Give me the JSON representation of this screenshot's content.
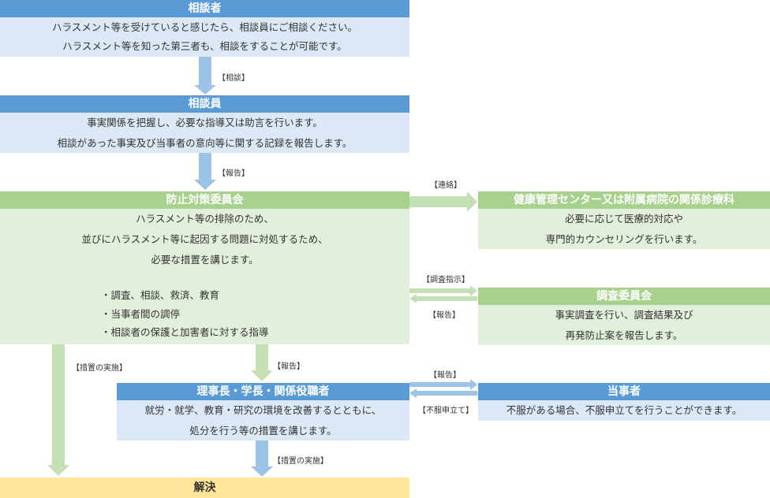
{
  "consultant": {
    "title": "相談者",
    "lines": [
      "ハラスメント等を受けていると感じたら、相談員にご相談ください。",
      "ハラスメント等を知った第三者も、相談をすることが可能です。"
    ]
  },
  "counselor": {
    "title": "相談員",
    "lines": [
      "事実関係を把握し、必要な指導又は助言を行います。",
      "相談があった事実及び当事者の意向等に関する記録を報告します。"
    ]
  },
  "committee": {
    "title": "防止対策委員会",
    "lines": [
      "ハラスメント等の排除のため、",
      "並びにハラスメント等に起因する問題に対処するため、",
      "必要な措置を講じます。"
    ],
    "bullets": [
      "・調査、相談、救済、教育",
      "・当事者間の調停",
      "・相談者の保護と加害者に対する指導"
    ]
  },
  "health": {
    "title": "健康管理センター又は附属病院の関係診療科",
    "lines": [
      "必要に応じて医療的対応や",
      "専門的カウンセリングを行います。"
    ]
  },
  "investigation": {
    "title": "調査委員会",
    "lines": [
      "事実調査を行い、調査結果及び",
      "再発防止案を報告します。"
    ]
  },
  "executives": {
    "title": "理事長・学長・関係役職者",
    "lines": [
      "就労・就学、教育・研究の環境を改善するとともに、",
      "処分を行う等の措置を講じます。"
    ]
  },
  "party": {
    "title": "当事者",
    "lines": [
      "不服がある場合、不服申立てを行うことができます。"
    ]
  },
  "resolution": {
    "title": "解決"
  },
  "labels": {
    "consult": "【相談】",
    "report1": "【報告】",
    "contact": "【連絡】",
    "investigate_order": "【調査指示】",
    "report_investigation": "【報告】",
    "measures_left": "【措置の実施】",
    "report_exec": "【報告】",
    "report_party": "【報告】",
    "objection": "【不服申立て】",
    "measures_exec": "【措置の実施】"
  },
  "colors": {
    "blue_header": "#5b9bd5",
    "blue_body": "#dbe8f5",
    "green_header": "#a9d18e",
    "green_body": "#e2efda",
    "yellow_header": "#ffe699"
  }
}
